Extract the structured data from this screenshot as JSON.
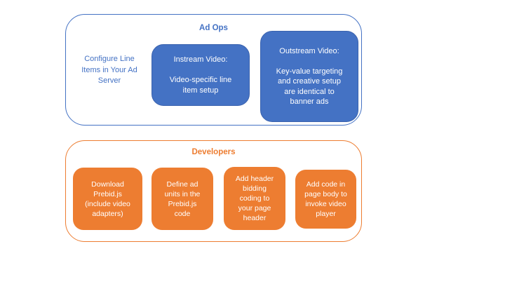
{
  "colors": {
    "blue": "#4472C4",
    "blue-dark": "#3A62AE",
    "orange": "#ED7D31",
    "bg": "#ffffff"
  },
  "ad_ops": {
    "title": "Ad Ops",
    "side_note": "Configure Line\nItems in Your Ad\nServer",
    "boxes": [
      {
        "title": "Instream Video:",
        "body": "Video-specific line\nitem setup"
      },
      {
        "title": "Outstream Video:",
        "body": "Key-value targeting\nand creative setup\nare identical to\nbanner ads"
      }
    ]
  },
  "developers": {
    "title": "Developers",
    "steps": [
      {
        "text": "Download\nPrebid.js\n(include video\nadapters)"
      },
      {
        "text": "Define ad\nunits in the\nPrebid.js\ncode"
      },
      {
        "text": "Add header\nbidding\ncoding to\nyour page\nheader"
      },
      {
        "text": "Add code in\npage body to\ninvoke video\nplayer"
      }
    ]
  }
}
